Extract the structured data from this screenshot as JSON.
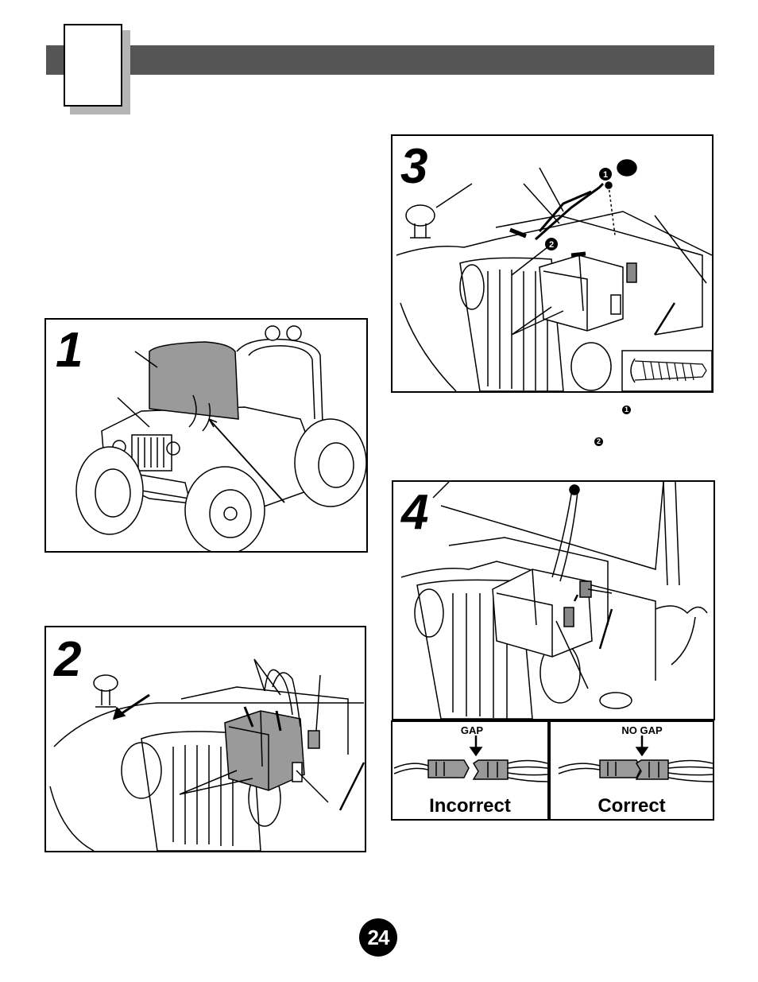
{
  "header": {
    "bar_color": "#555555",
    "tab_label": ""
  },
  "steps": [
    {
      "number": "1"
    },
    {
      "number": "2"
    },
    {
      "number": "3"
    },
    {
      "number": "4"
    }
  ],
  "callouts": {
    "one": "1",
    "two": "2"
  },
  "connectors": {
    "incorrect": {
      "label": "GAP",
      "caption": "Incorrect"
    },
    "correct": {
      "label": "NO GAP",
      "caption": "Correct"
    }
  },
  "page": {
    "number": "24"
  }
}
